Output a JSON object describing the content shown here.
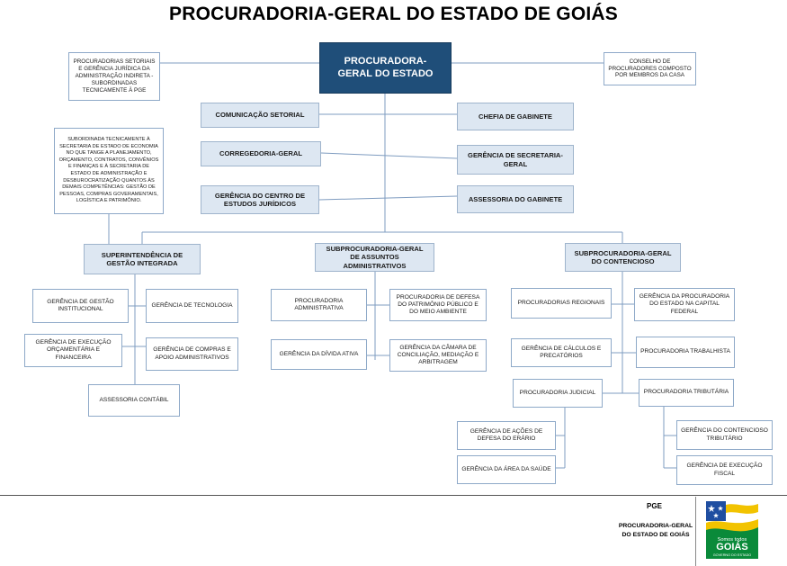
{
  "header": {
    "title": "PROCURADORIA-GERAL DO ESTADO DE GOIÁS"
  },
  "chart": {
    "root": "PROCURADORA-GERAL DO ESTADO",
    "note_left": "PROCURADORIAS SETORIAIS E GERÊNCIA JURÍDICA DA ADMINISTRAÇÃO INDIRETA - SUBORDINADAS TECNICAMENTE À PGE",
    "note_right": "CONSELHO DE PROCURADORES COMPOSTO POR MEMBROS DA CASA",
    "note_sgi": "SUBORDINADA TECNICAMENTE À SECRETARIA DE ESTADO DE ECONOMIA NO QUE TANGE A PLANEJAMENTO, ORÇAMENTO, CONTRATOS, CONVÊNIOS E FINANÇAS E À SECRETARIA DE ESTADO DE ADMINISTRAÇÃO E DESBUROCRATIZAÇÃO QUANTOS ÀS DEMAIS COMPETÊNCIAS: GESTÃO DE PESSOAS, COMPRAS GOVERAMENTAIS, LOGÍSTICA E PATRIMÔNIO.",
    "staff_left": [
      "COMUNICAÇÃO SETORIAL",
      "CORREGEDORIA-GERAL",
      "GERÊNCIA DO CENTRO DE ESTUDOS JURÍDICOS"
    ],
    "staff_right": [
      "CHEFIA DE GABINETE",
      "GERÊNCIA DE SECRETARIA-GERAL",
      "ASSESSORIA DO GABINETE"
    ],
    "branches": {
      "sgi": {
        "title": "SUPERINTENDÊNCIA DE GESTÃO INTEGRADA",
        "units": [
          "GERÊNCIA DE GESTÃO INSTITUCIONAL",
          "GERÊNCIA DE TECNOLOGIA",
          "GERÊNCIA DE EXECUÇÃO ORÇAMENTÁRIA E FINANCEIRA",
          "GERÊNCIA DE COMPRAS E APOIO ADMINISTRATIVOS",
          "ASSESSORIA CONTÁBIL"
        ]
      },
      "spga": {
        "title": "SUBPROCURADORIA-GERAL DE ASSUNTOS ADMINISTRATIVOS",
        "units": [
          "PROCURADORIA ADMINISTRATIVA",
          "PROCURADORIA DE DEFESA DO PATRIMÔNIO PÚBLICO E DO MEIO AMBIENTE",
          "GERÊNCIA DA DÍVIDA ATIVA",
          "GERÊNCIA DA CÂMARA DE CONCILIAÇÃO, MEDIAÇÃO E ARBITRAGEM"
        ]
      },
      "spgc": {
        "title": "SUBPROCURADORIA-GERAL DO CONTENCIOSO",
        "units": [
          "PROCURADORIAS REGIONAIS",
          "GERÊNCIA DA PROCURADORIA DO ESTADO NA CAPITAL FEDERAL",
          "GERÊNCIA DE CÁLCULOS E PRECATÓRIOS",
          "PROCURADORIA TRABALHISTA",
          "PROCURADORIA JUDICIAL",
          "PROCURADORIA TRIBUTÁRIA"
        ],
        "judicial_units": [
          "GERÊNCIA DE AÇÕES DE DEFESA DO ERÁRIO",
          "GERÊNCIA DA ÁREA DA SAÚDE"
        ],
        "tributaria_units": [
          "GERÊNCIA DO CONTENCIOSO TRIBUTÁRIO",
          "GERÊNCIA DE EXECUÇÃO FISCAL"
        ]
      }
    }
  },
  "footer": {
    "abbr": "PGE",
    "name": "PROCURADORIA-GERAL DO ESTADO DE GOIÁS",
    "logo": {
      "slogan": "Somos todos",
      "word": "GOIÁS",
      "tagline": "GOVERNO DO ESTADO",
      "colors": {
        "blue": "#1f4ea1",
        "yellow": "#f2c300",
        "green": "#0a8a3a"
      }
    }
  }
}
